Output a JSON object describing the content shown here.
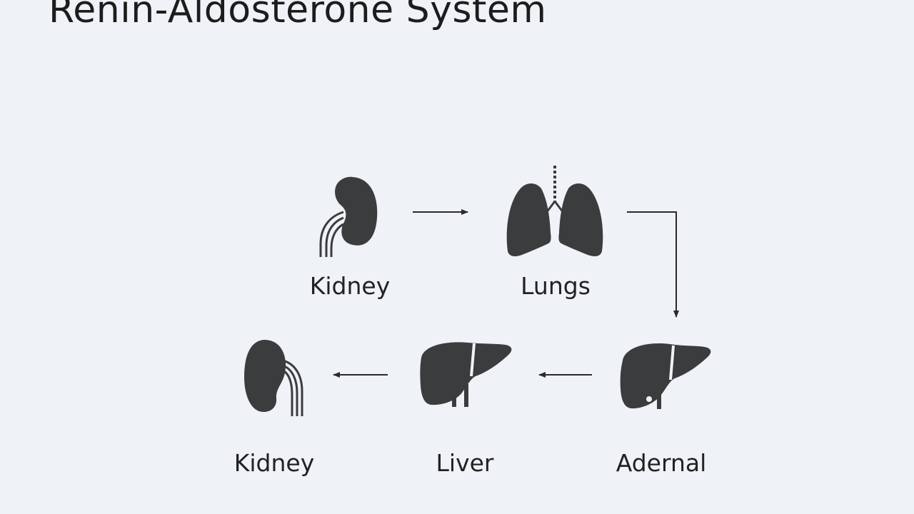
{
  "title": "Renin-Aldosterone System",
  "nodes": [
    {
      "id": "kidney-top",
      "label": "Kidney",
      "icon": "kidney-icon"
    },
    {
      "id": "lungs",
      "label": "Lungs",
      "icon": "lungs-icon"
    },
    {
      "id": "adernal",
      "label": "Adernal",
      "icon": "liver-icon"
    },
    {
      "id": "liver",
      "label": "Liver",
      "icon": "liver-icon"
    },
    {
      "id": "kidney-bottom",
      "label": "Kidney",
      "icon": "kidney-icon"
    }
  ],
  "colors": {
    "background": "#eff2f6",
    "icon": "#3b3c3d",
    "text": "#222222"
  }
}
